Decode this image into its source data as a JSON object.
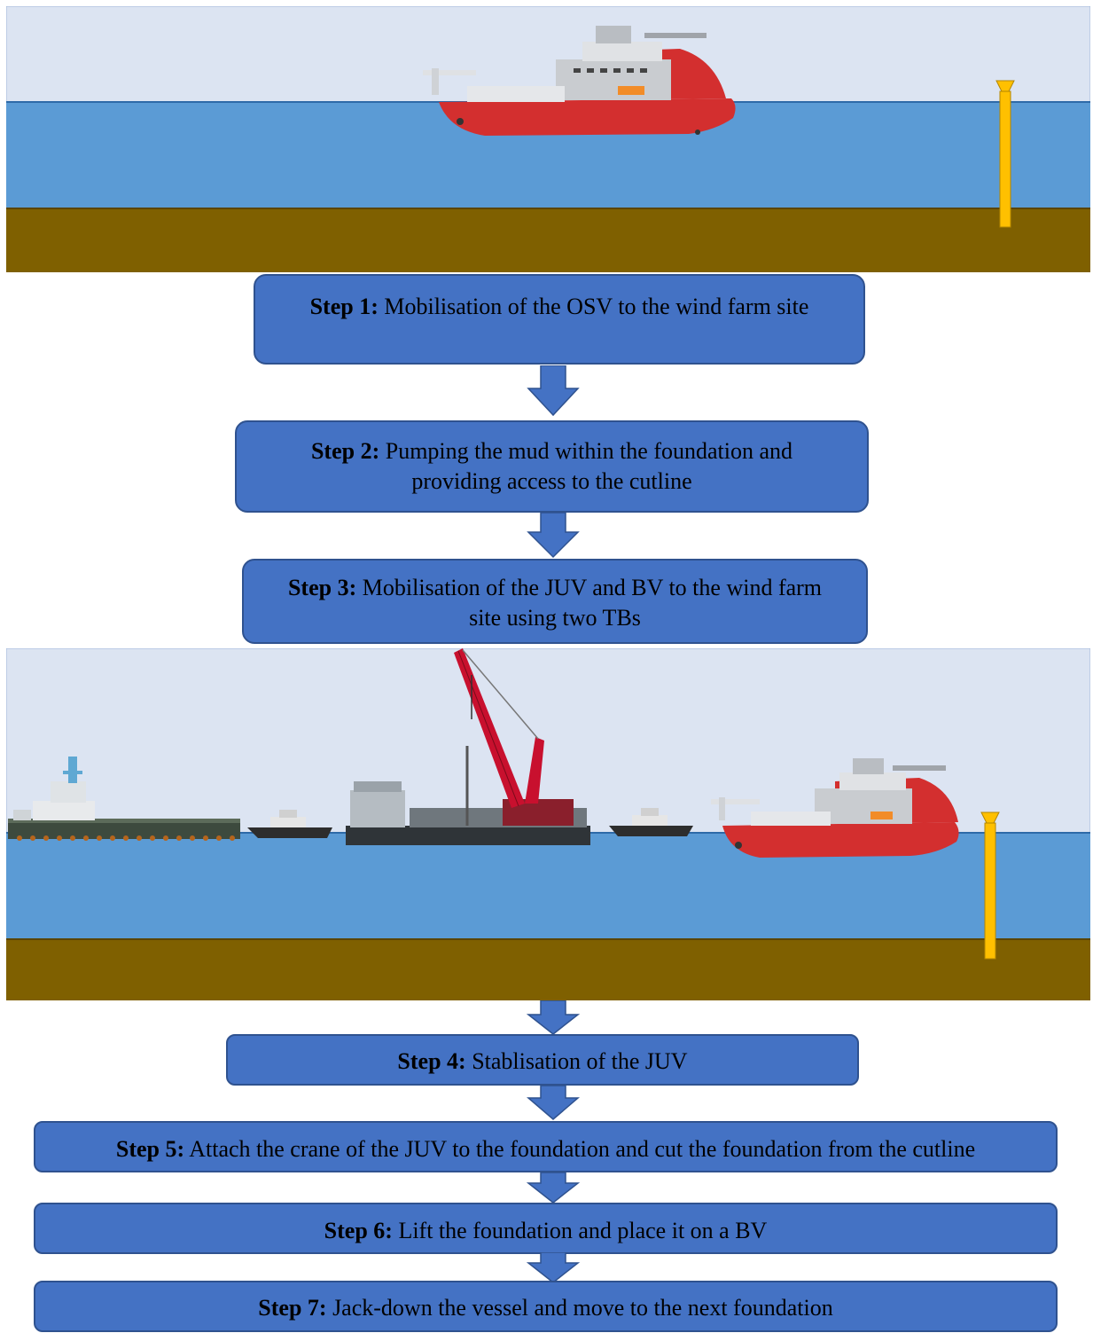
{
  "colors": {
    "sky": "#dce4f2",
    "water": "#5b9bd5",
    "seabed": "#7f6000",
    "pile": "#ffc000",
    "box_fill": "#4472c4",
    "box_border": "#2f528f",
    "osv_hull": "#d32f2f"
  },
  "scene_top": {
    "vessels": [
      "osv-ship"
    ],
    "elements": [
      "sky",
      "sea",
      "seabed",
      "foundation-pile"
    ]
  },
  "scene_bottom": {
    "vessels": [
      "barge-bv",
      "tug-boat",
      "jack-up-vessel-juv",
      "tug-boat",
      "osv-ship"
    ],
    "elements": [
      "sky",
      "sea",
      "seabed",
      "foundation-pile"
    ]
  },
  "steps": [
    {
      "label": "Step 1:",
      "text": "Mobilisation of the OSV to the wind farm site"
    },
    {
      "label": "Step 2:",
      "text": "Pumping the mud within the foundation and providing access to the cutline"
    },
    {
      "label": "Step 3:",
      "text": "Mobilisation of the JUV and BV to the wind farm site using two TBs"
    },
    {
      "label": "Step 4:",
      "text": "Stablisation of the JUV"
    },
    {
      "label": "Step 5:",
      "text": "Attach the crane of the JUV to the foundation and cut the foundation from the cutline"
    },
    {
      "label": "Step 6:",
      "text": "Lift the foundation and place it on a BV"
    },
    {
      "label": "Step 7:",
      "text": "Jack-down the vessel and move to the next foundation"
    }
  ]
}
